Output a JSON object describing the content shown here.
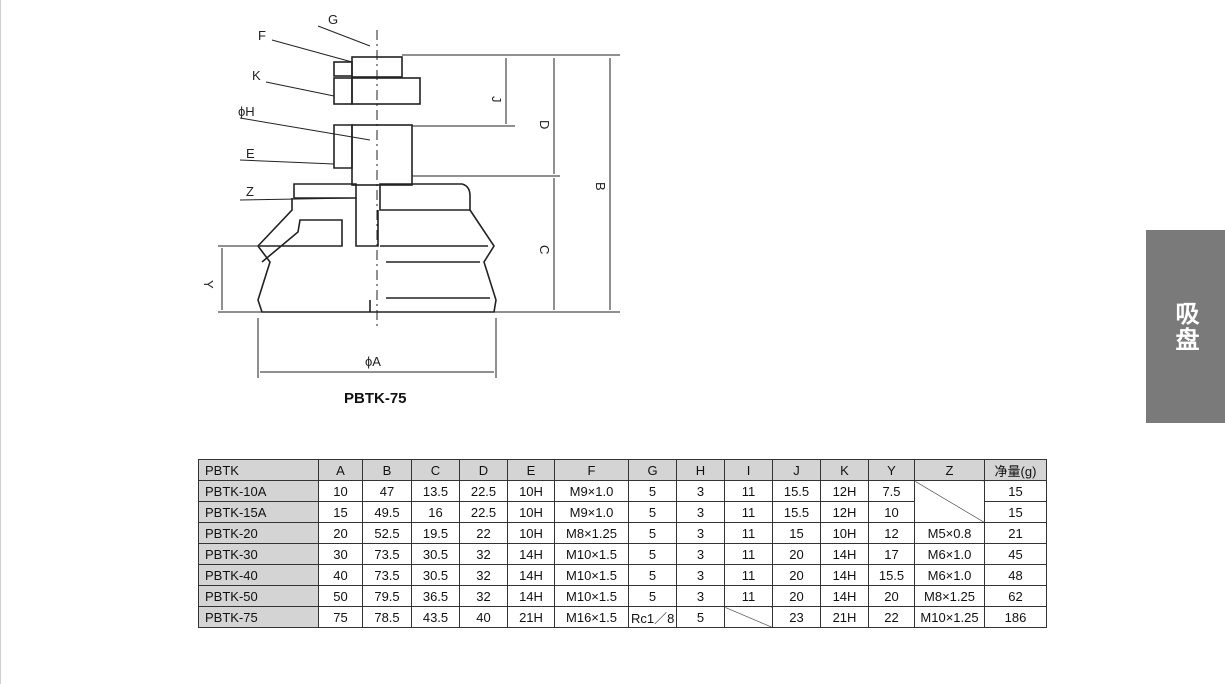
{
  "drawing": {
    "labels": {
      "g": "G",
      "f": "F",
      "k": "K",
      "h": "ϕH",
      "e": "E",
      "z": "Z",
      "j": "J",
      "d": "D",
      "b": "B",
      "c": "C",
      "y": "Y",
      "a": "ϕA"
    },
    "caption": "PBTK-75"
  },
  "side_tab": {
    "label": "吸盘"
  },
  "table": {
    "headers": [
      "PBTK",
      "A",
      "B",
      "C",
      "D",
      "E",
      "F",
      "G",
      "H",
      "I",
      "J",
      "K",
      "Y",
      "Z",
      "净量(g)"
    ],
    "rows": [
      [
        "PBTK-10A",
        "10",
        "47",
        "13.5",
        "22.5",
        "10H",
        "M9×1.0",
        "5",
        "3",
        "11",
        "15.5",
        "12H",
        "7.5",
        "",
        "15"
      ],
      [
        "PBTK-15A",
        "15",
        "49.5",
        "16",
        "22.5",
        "10H",
        "M9×1.0",
        "5",
        "3",
        "11",
        "15.5",
        "12H",
        "10",
        "",
        "15"
      ],
      [
        "PBTK-20",
        "20",
        "52.5",
        "19.5",
        "22",
        "10H",
        "M8×1.25",
        "5",
        "3",
        "11",
        "15",
        "10H",
        "12",
        "M5×0.8",
        "21"
      ],
      [
        "PBTK-30",
        "30",
        "73.5",
        "30.5",
        "32",
        "14H",
        "M10×1.5",
        "5",
        "3",
        "11",
        "20",
        "14H",
        "17",
        "M6×1.0",
        "45"
      ],
      [
        "PBTK-40",
        "40",
        "73.5",
        "30.5",
        "32",
        "14H",
        "M10×1.5",
        "5",
        "3",
        "11",
        "20",
        "14H",
        "15.5",
        "M6×1.0",
        "48"
      ],
      [
        "PBTK-50",
        "50",
        "79.5",
        "36.5",
        "32",
        "14H",
        "M10×1.5",
        "5",
        "3",
        "11",
        "20",
        "14H",
        "20",
        "M8×1.25",
        "62"
      ],
      [
        "PBTK-75",
        "75",
        "78.5",
        "43.5",
        "40",
        "21H",
        "M16×1.5",
        "Rc1／8",
        "5",
        "",
        "23",
        "21H",
        "22",
        "M10×1.25",
        "186"
      ]
    ]
  }
}
